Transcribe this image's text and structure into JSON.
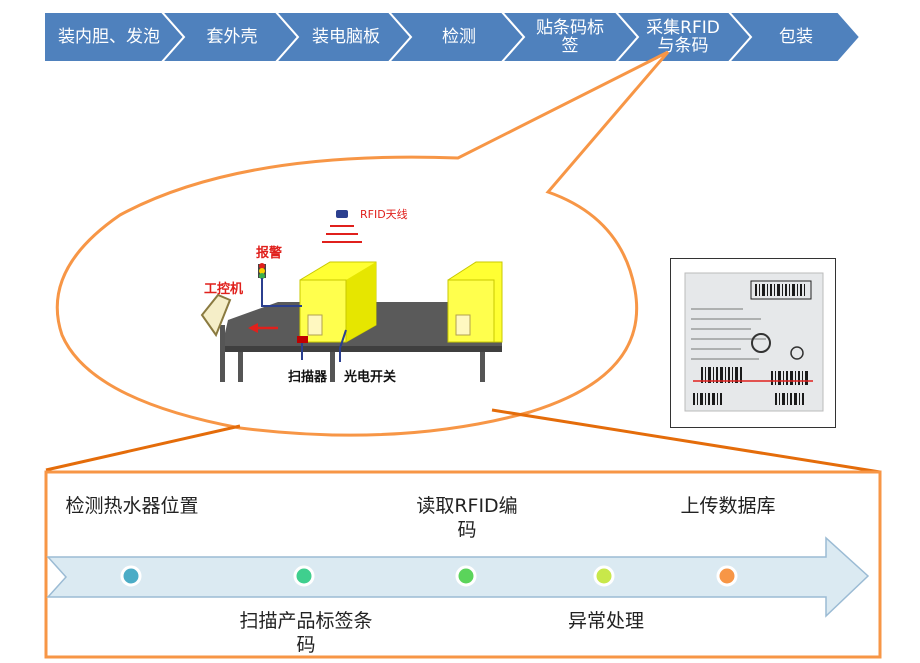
{
  "process_steps": [
    {
      "label": "装内胆、发泡"
    },
    {
      "label": "套外壳"
    },
    {
      "label": "装电脑板"
    },
    {
      "label": "检测"
    },
    {
      "label": "贴条码标签"
    },
    {
      "label": "采集RFID与条码"
    },
    {
      "label": "包装"
    }
  ],
  "scene": {
    "rfid_antenna": "RFID天线",
    "alarm": "报警",
    "ipc": "工控机",
    "scanner": "扫描器",
    "photo_switch": "光电开关"
  },
  "flow": {
    "top_steps": [
      "检测热水器位置",
      "读取RFID编码",
      "上传数据库"
    ],
    "bottom_steps": [
      "扫描产品标签条码",
      "异常处理"
    ],
    "dot_colors": [
      "#4bacc6",
      "#3fcf8e",
      "#5bd45b",
      "#c8e84a",
      "#f79646"
    ]
  },
  "colors": {
    "chevron": "#4f81bd",
    "callout_border": "#f79646",
    "box_border": "#e46c0a",
    "arrow_fill": "#dbeaf2",
    "arrow_border": "#9bbbd4"
  }
}
